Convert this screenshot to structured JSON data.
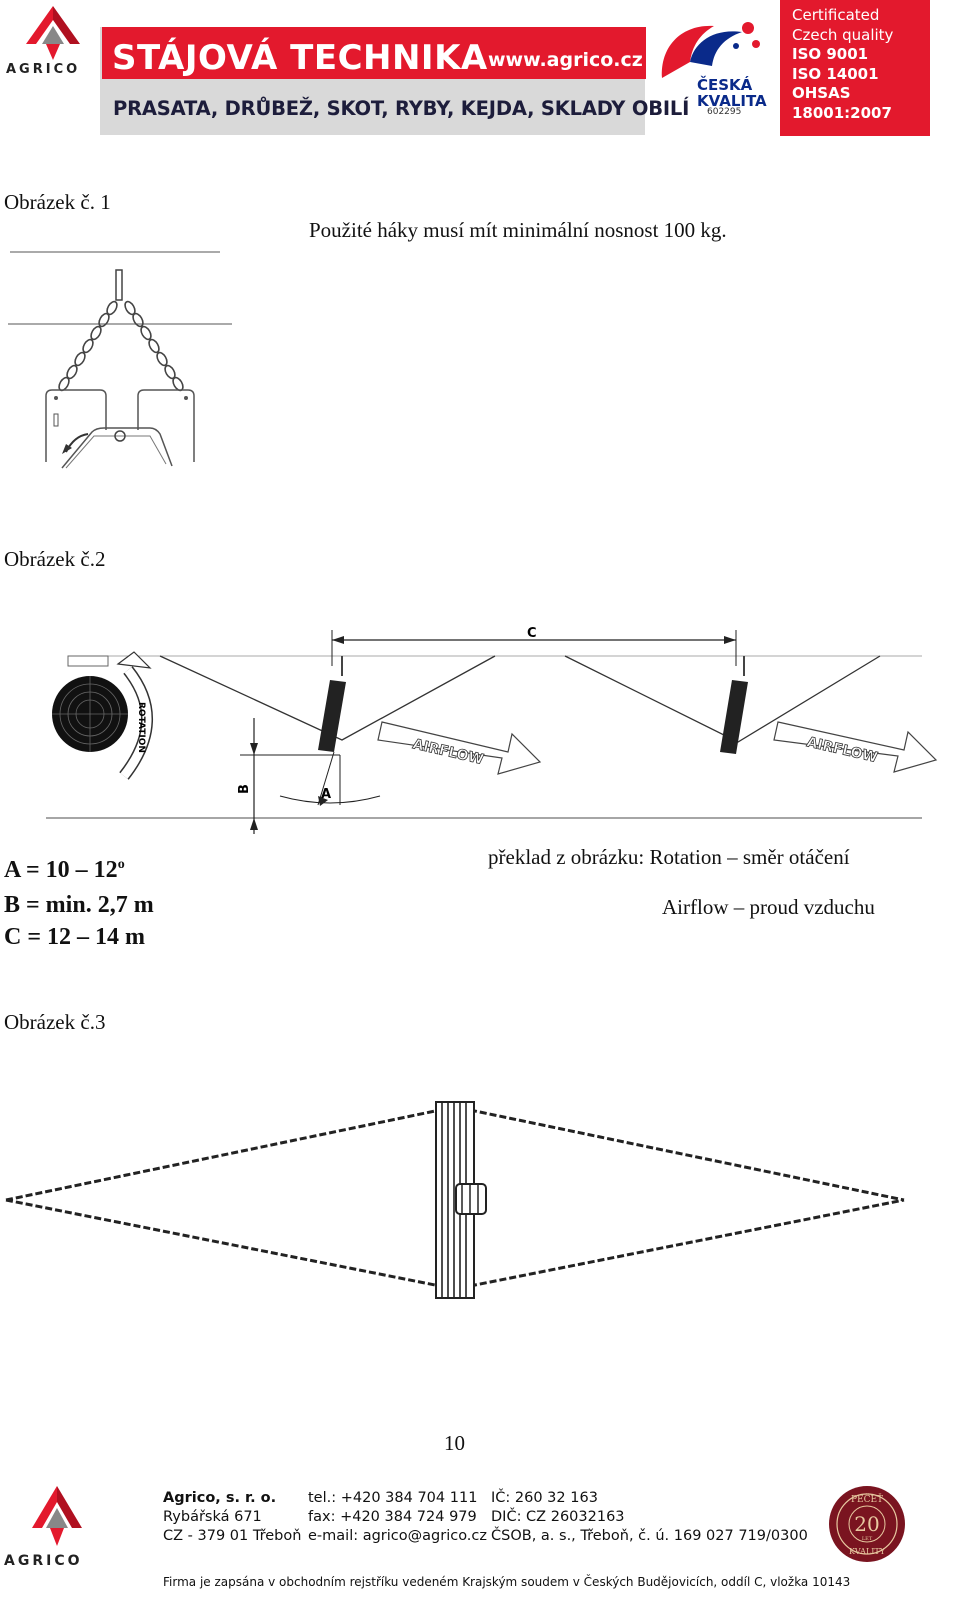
{
  "header": {
    "logo_text": "AGRICO",
    "brand": "STÁJOVÁ TECHNIKA",
    "url": "www.agrico.cz",
    "tagline": "PRASATA, DRŮBEŽ, SKOT, RYBY, KEJDA, SKLADY OBILÍ",
    "quality_line1": "ČESKÁ",
    "quality_line2": "KVALITA",
    "quality_number": "602295",
    "cert_lines": [
      "Certificated",
      "Czech quality",
      "ISO 9001",
      "ISO 14001",
      "OHSAS",
      "18001:2007"
    ]
  },
  "figure1": {
    "caption": "Obrázek č. 1",
    "note": "Použité háky musí mít minimální nosnost 100 kg."
  },
  "figure2": {
    "caption": "Obrázek č.2",
    "label_c": "C",
    "label_b": "B",
    "label_a": "A",
    "label_rotation": "ROTATION",
    "label_airflow": "AIRFLOW",
    "param_a": "A = 10 – 12",
    "param_a_sup": "o",
    "param_b": "B = min. 2,7 m",
    "param_c": "C = 12 – 14 m",
    "translation1": "překlad z obrázku: Rotation – směr otáčení",
    "translation2": "Airflow – proud vzduchu"
  },
  "figure3": {
    "caption": "Obrázek č.3"
  },
  "page_number": "10",
  "footer": {
    "col1": [
      "Agrico, s. r. o.",
      "Rybářská 671",
      "CZ - 379 01 Třeboň"
    ],
    "col2": [
      "tel.: +420 384 704 111",
      "fax: +420 384 724 979",
      "e-mail: agrico@agrico.cz"
    ],
    "col3": [
      "IČ: 260 32 163",
      "DIČ: CZ 26032163",
      "ČSOB, a. s., Třeboň, č. ú. 169 027 719/0300"
    ],
    "registration": "Firma je zapsána v obchodním rejstříku vedeném Krajským soudem v Českých Budějovicích, oddíl C, vložka 10143",
    "seal_top": "PEČEŤ",
    "seal_bottom": "KVALITY",
    "seal_number": "20",
    "seal_years": "LET"
  },
  "colors": {
    "brand_red": "#e3192d",
    "brand_blue": "#0a2a8a",
    "banner_gray": "#d9d9d9"
  }
}
